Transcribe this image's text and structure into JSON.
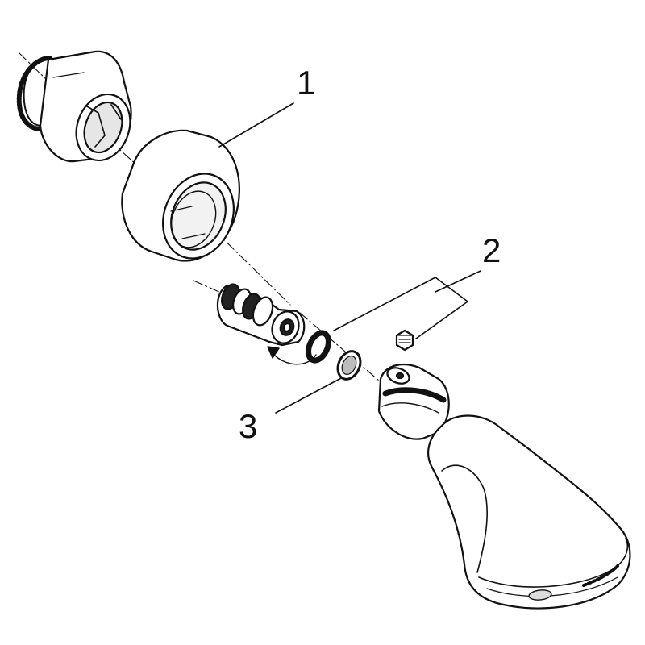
{
  "callouts": {
    "c1": "1",
    "c2": "2",
    "c3": "3"
  },
  "colors": {
    "stroke": "#111111",
    "fill": "#ffffff",
    "shade": "#dcdcdc"
  }
}
